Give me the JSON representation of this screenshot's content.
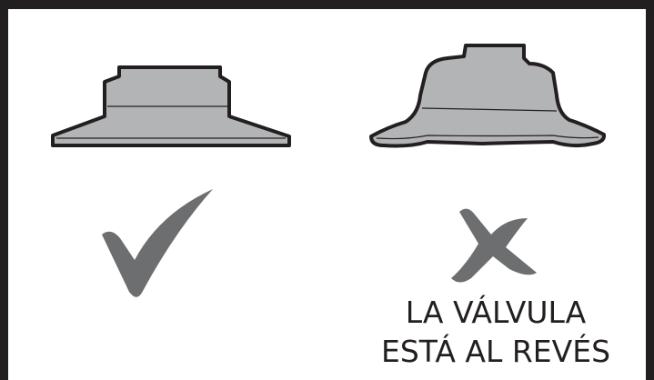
{
  "colors": {
    "outline": "#231f20",
    "valve_fill": "#b3b4b6",
    "mark": "#6d6e70",
    "background": "#ffffff"
  },
  "panels": [
    {
      "state": "correct",
      "icon": "check-mark-icon"
    },
    {
      "state": "incorrect",
      "icon": "cross-mark-icon"
    }
  ],
  "caption": {
    "line1": "LA VÁLVULA",
    "line2": "ESTÁ AL REVÉS"
  }
}
